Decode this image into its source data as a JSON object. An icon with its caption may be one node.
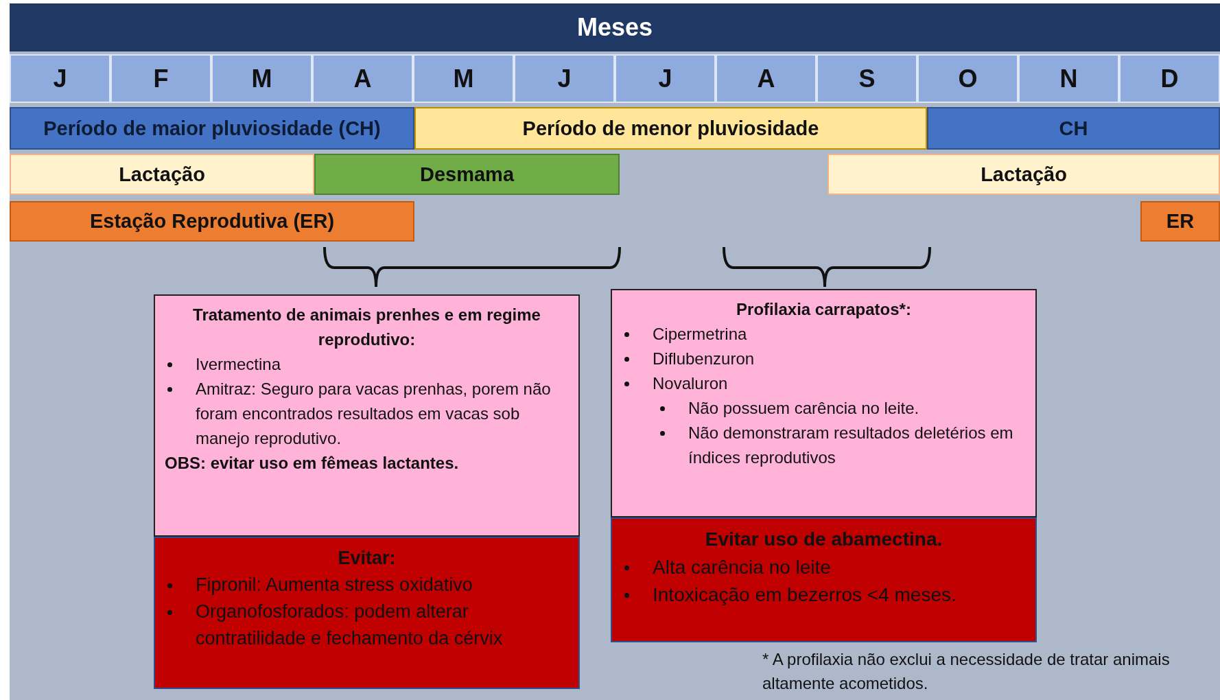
{
  "diagram": {
    "nodes": [
      {
        "text": [
          "Meses"
        ]
      },
      {
        "text": [
          "J"
        ]
      },
      {
        "text": [
          "F"
        ]
      },
      {
        "text": [
          "M"
        ]
      },
      {
        "text": [
          "A"
        ]
      },
      {
        "text": [
          "M"
        ]
      },
      {
        "text": [
          "J"
        ]
      },
      {
        "text": [
          "J"
        ]
      },
      {
        "text": [
          "A"
        ]
      },
      {
        "text": [
          "S"
        ]
      },
      {
        "text": [
          "O"
        ]
      },
      {
        "text": [
          "N"
        ]
      },
      {
        "text": [
          "D"
        ]
      },
      {
        "text": [
          "Período de maior pluviosidade (CH)"
        ]
      },
      {
        "text": [
          "Período de menor pluviosidade"
        ]
      },
      {
        "text": [
          "CH"
        ]
      },
      {
        "text": [
          "Lactação"
        ]
      },
      {
        "text": [
          "Desmama"
        ]
      },
      {
        "text": [
          "Lactação"
        ]
      },
      {
        "text": [
          "Estação Reprodutiva (ER)"
        ]
      },
      {
        "text": [
          "ER"
        ]
      },
      {
        "text": [
          "Tratamento de animais prenhes e em regime reprodutivo:",
          "Ivermectina",
          "Amitraz: Seguro para vacas prenhas, porem não foram encontrados resultados em vacas sob manejo reprodutivo.",
          "OBS: evitar uso em fêmeas lactantes."
        ]
      },
      {
        "text": [
          "Evitar:",
          "Fipronil: Aumenta stress oxidativo",
          "Organofosforados: podem alterar contratilidade e fechamento da cérvix"
        ]
      },
      {
        "text": [
          "Profilaxia carrapatos*:",
          "Cipermetrina",
          "Diflubenzuron",
          "Novaluron",
          "Não possuem carência no leite.",
          "Não demonstraram resultados deletérios em índices reprodutivos"
        ]
      },
      {
        "text": [
          "Evitar uso de abamectina.",
          "Alta carência no leite",
          "Intoxicação em bezerros <4 meses."
        ]
      }
    ],
    "labels": [
      "* A profilaxia não exclui a necessidade de tratar animais altamente acometidos."
    ]
  }
}
